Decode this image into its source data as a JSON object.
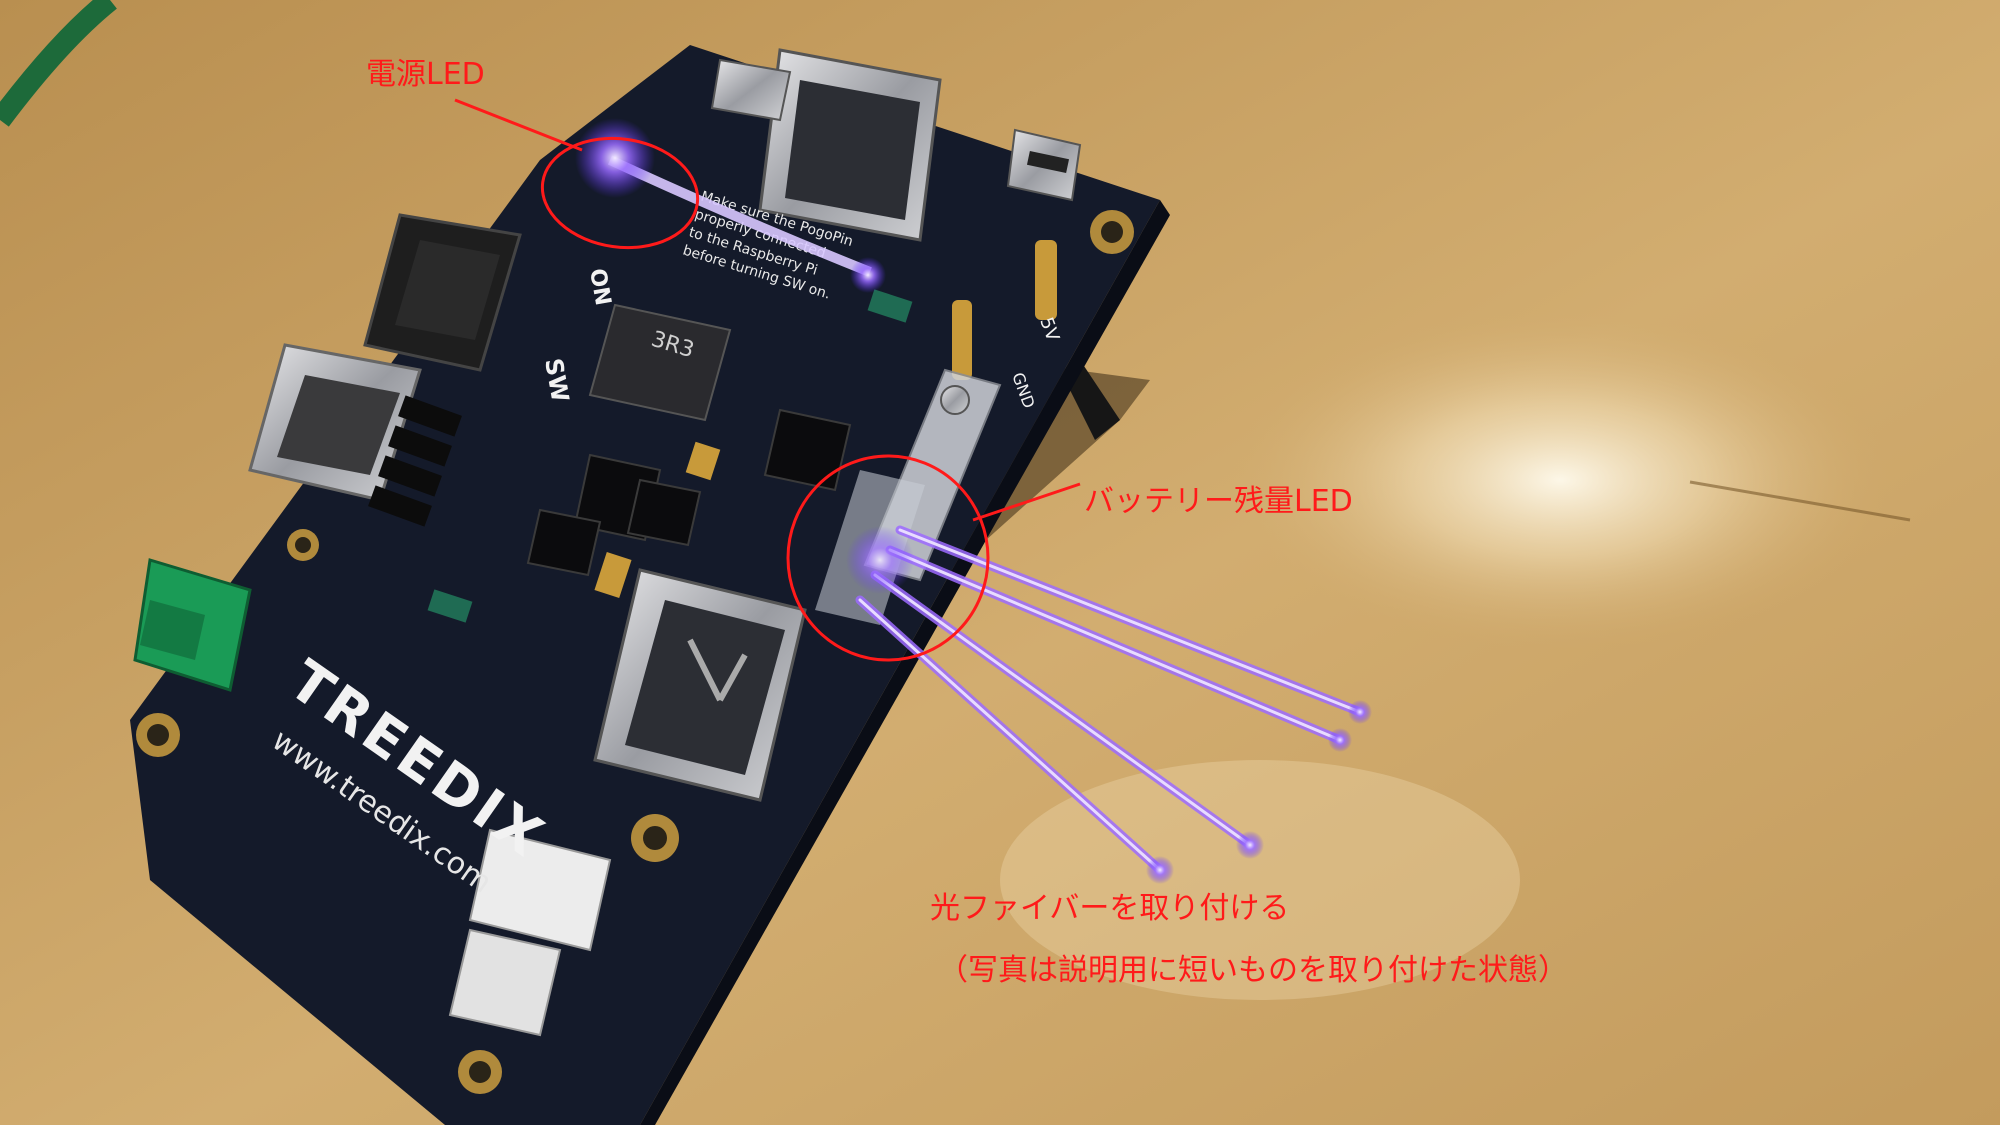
{
  "annotations": {
    "power_led": "電源LED",
    "battery_led": "バッテリー残量LED",
    "fiber_line1": "光ファイバーを取り付ける",
    "fiber_line2": "（写真は説明用に短いものを取り付けた状態）"
  },
  "board": {
    "brand": "TREEDIX",
    "url": "www.treedix.com",
    "switch_label": "SW",
    "switch_on": "ON",
    "ic_marking": "3R3",
    "voltage_5v": "5V",
    "ground_label": "GND",
    "notice": [
      "Make sure the PogoPin",
      "properly connected",
      "to the Raspberry Pi",
      "before turning SW on."
    ]
  },
  "colors": {
    "desk": "#c9a465",
    "pcb": "#141a2a",
    "annotation": "#ff1a1a",
    "led_glow": "#8a5cff"
  }
}
